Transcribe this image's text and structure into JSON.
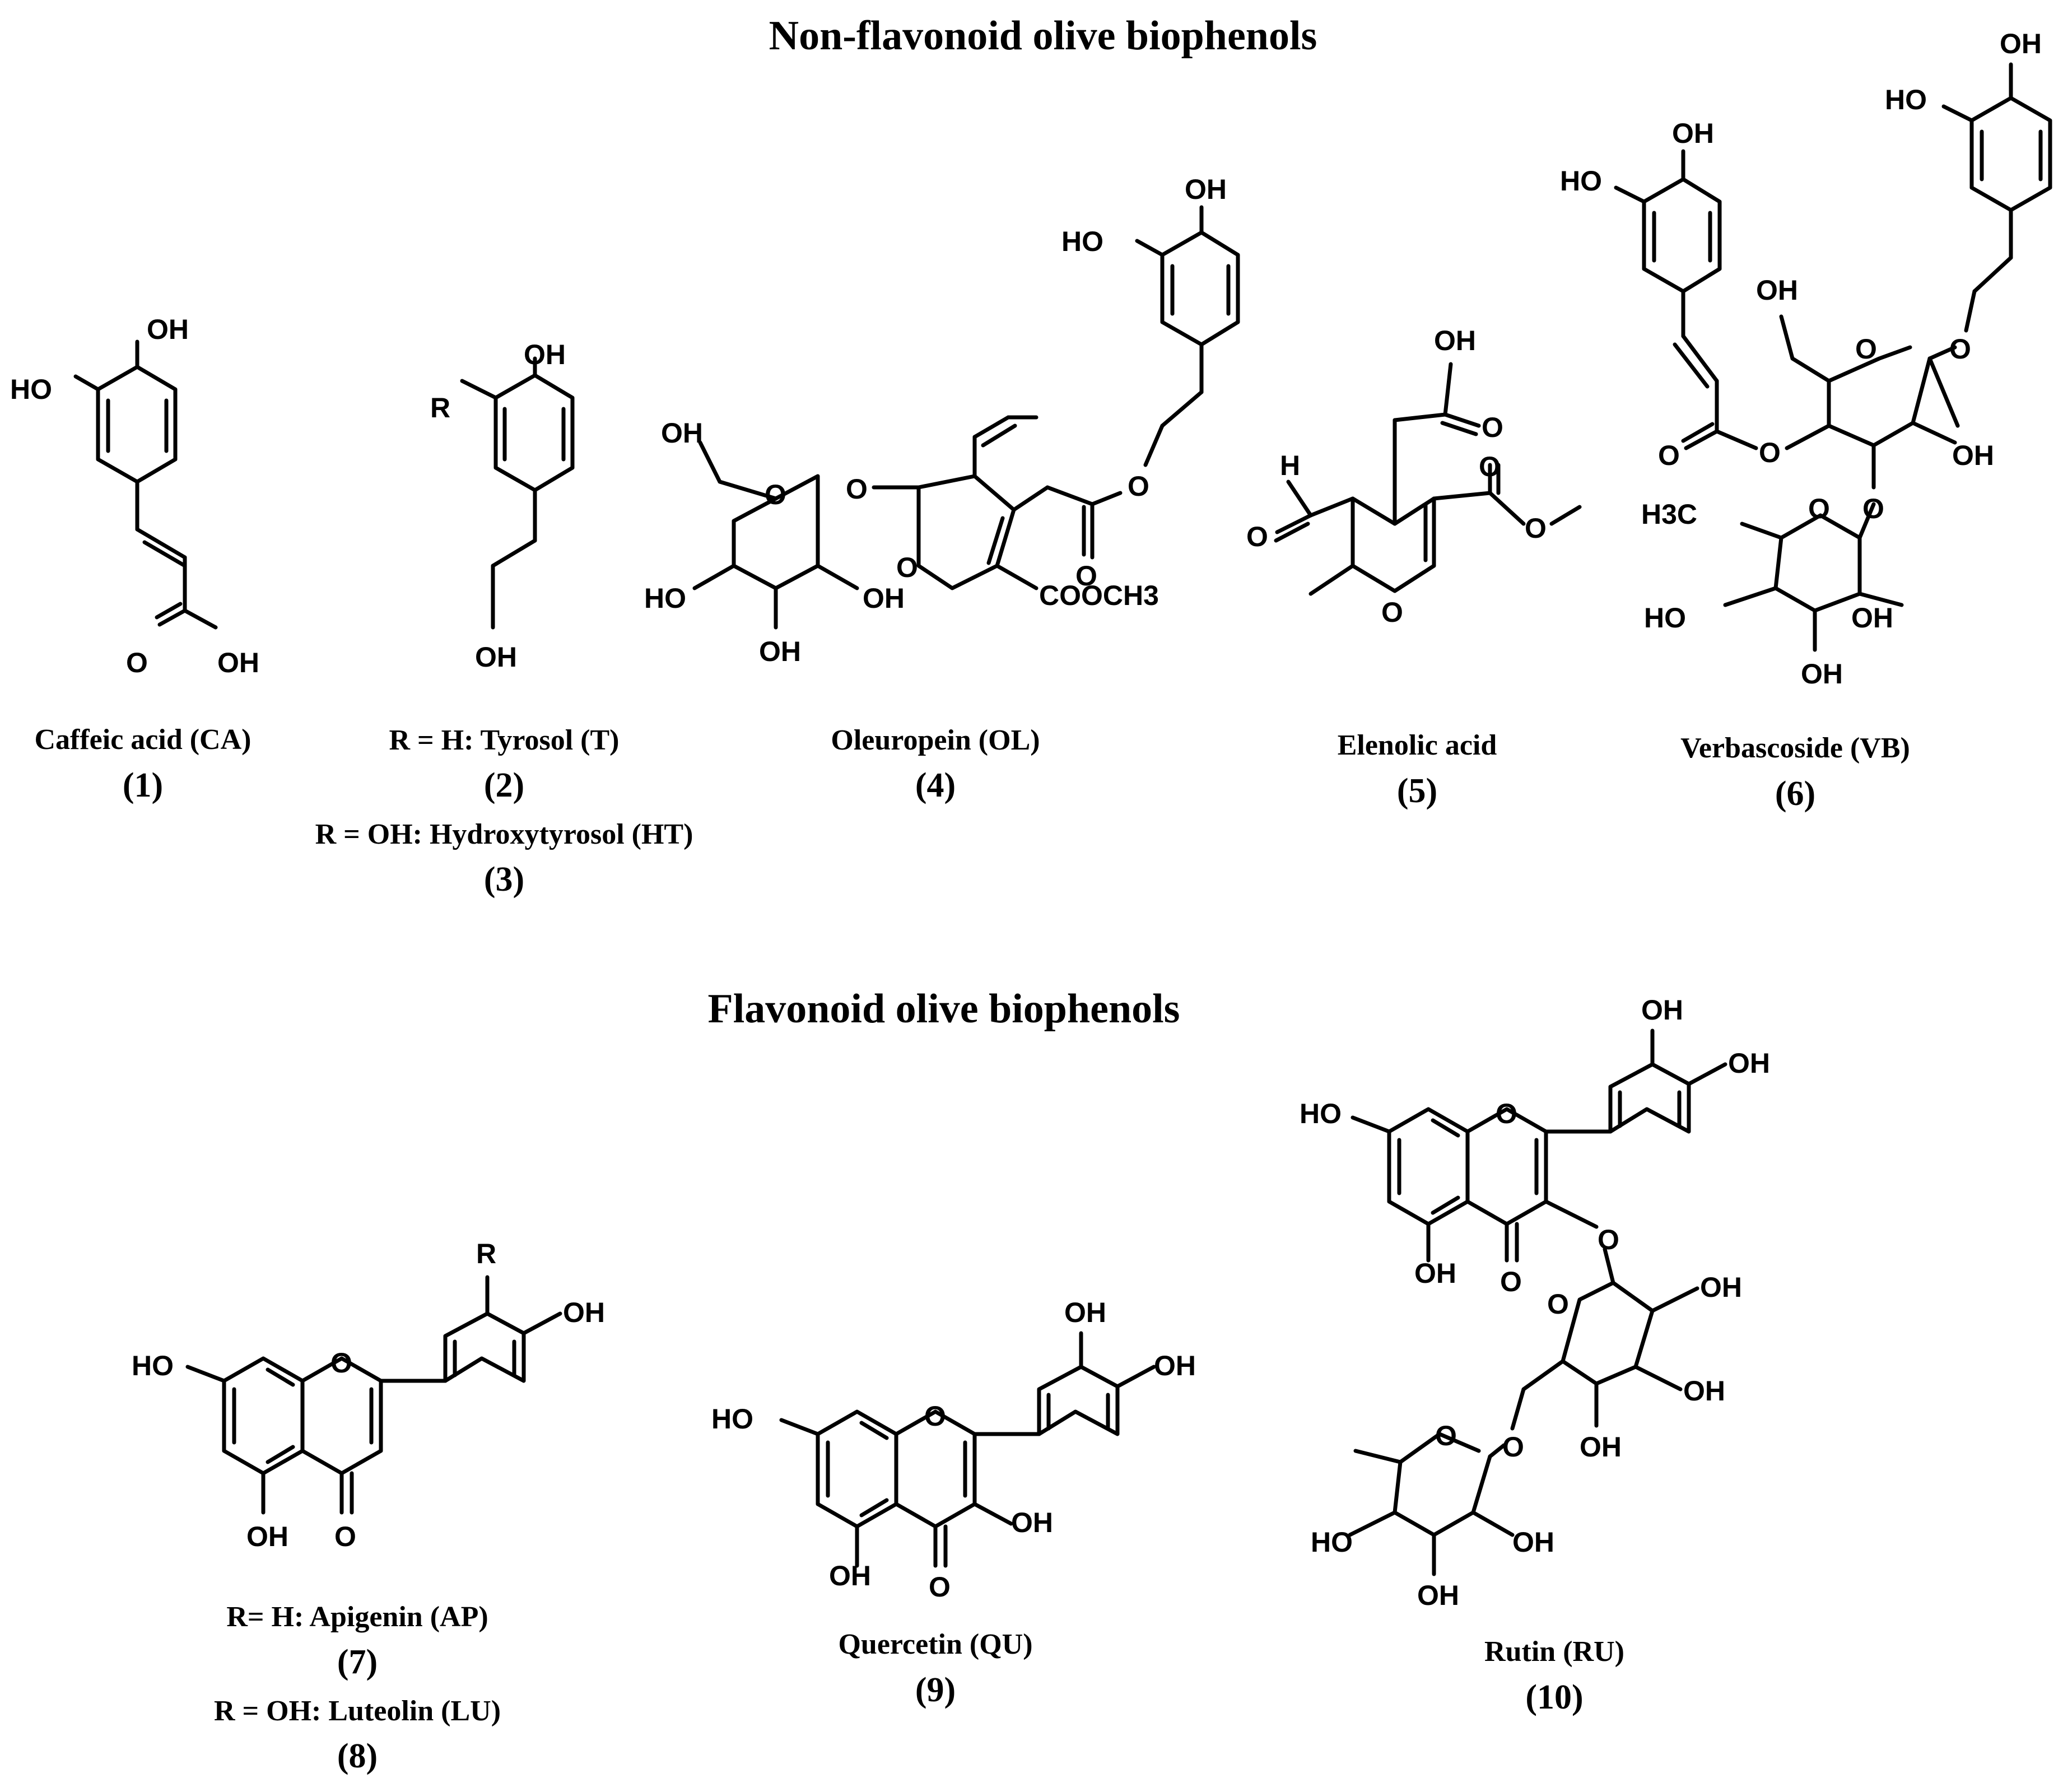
{
  "headings": {
    "non_flavonoid": "Non-flavonoid olive biophenols",
    "flavonoid": "Flavonoid olive biophenols"
  },
  "compounds": [
    {
      "name": "Caffeic acid (CA)",
      "number": "(1)"
    },
    {
      "name": "R = H: Tyrosol (T)",
      "number": "(2)"
    },
    {
      "name": "R = OH: Hydroxytyrosol (HT)",
      "number": "(3)"
    },
    {
      "name": "Oleuropein (OL)",
      "number": "(4)"
    },
    {
      "name": "Elenolic acid",
      "number": "(5)"
    },
    {
      "name": "Verbascoside (VB)",
      "number": "(6)"
    },
    {
      "name": "R= H: Apigenin (AP)",
      "number": "(7)"
    },
    {
      "name": "R = OH: Luteolin (LU)",
      "number": "(8)"
    },
    {
      "name": "Quercetin (QU)",
      "number": "(9)"
    },
    {
      "name": "Rutin (RU)",
      "number": "(10)"
    }
  ],
  "atom_labels": {
    "OH": "OH",
    "HO": "HO",
    "O": "O",
    "R": "R",
    "H": "H",
    "COOCH3": "COOCH3",
    "H3C": "H3C"
  }
}
